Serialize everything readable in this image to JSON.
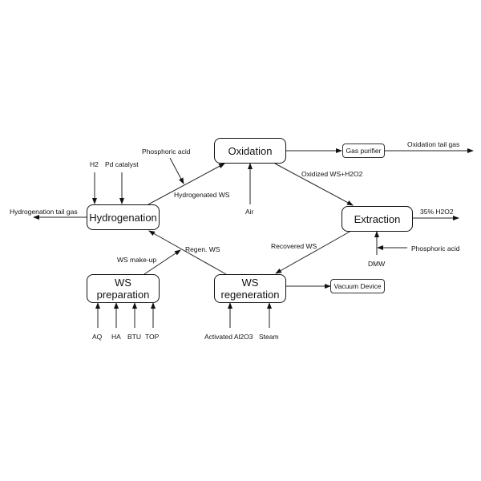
{
  "nodes": {
    "hydrogenation": "Hydrogenation",
    "oxidation": "Oxidation",
    "extraction": "Extraction",
    "ws_preparation_l1": "WS",
    "ws_preparation_l2": "preparation",
    "ws_regeneration_l1": "WS",
    "ws_regeneration_l2": "regeneration",
    "gas_purifier": "Gas purifier",
    "vacuum_device": "Vacuum Device"
  },
  "labels": {
    "h2": "H2",
    "pd_catalyst": "Pd catalyst",
    "phosphoric_acid_top": "Phosphoric acid",
    "hydrogenated_ws": "Hydrogenated WS",
    "hydrogenation_tail_gas": "Hydrogenation tail gas",
    "air": "Air",
    "oxidation_tail_gas": "Oxidation tail gas",
    "oxidized_ws_h2o2": "Oxidized WS+H2O2",
    "h2o2_35": "35% H2O2",
    "recovered_ws": "Recovered WS",
    "phosphoric_acid_right": "Phosphoric acid",
    "dmw": "DMW",
    "regen_ws": "Regen. WS",
    "ws_make_up": "WS make-up",
    "aq": "AQ",
    "ha": "HA",
    "btu": "BTU",
    "top": "TOP",
    "activated_al2o3": "Activated Al2O3",
    "steam": "Steam"
  }
}
